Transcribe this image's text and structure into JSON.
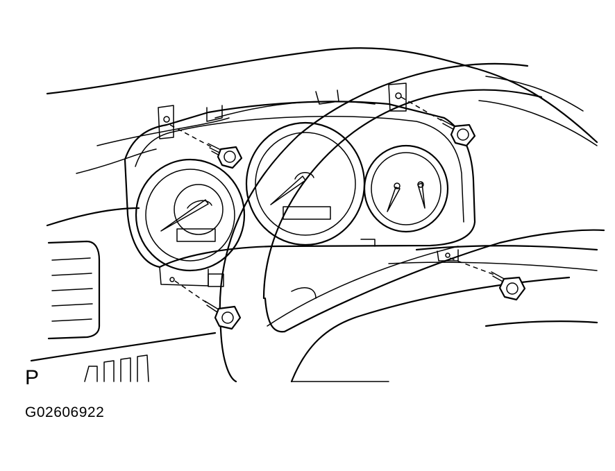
{
  "figure": {
    "corner_letter": "P",
    "figure_code": "G02606922"
  },
  "components": [
    {
      "name": "instrument-cluster",
      "icon": "instrument-cluster-icon"
    },
    {
      "name": "tachometer-gauge",
      "icon": "gauge-icon"
    },
    {
      "name": "speedometer-gauge",
      "icon": "gauge-icon"
    },
    {
      "name": "fuel-temp-gauge",
      "icon": "gauge-icon"
    },
    {
      "name": "steering-wheel",
      "icon": "steering-wheel-icon"
    },
    {
      "name": "air-vent",
      "icon": "vent-icon"
    },
    {
      "name": "mounting-screw",
      "icon": "screw-icon",
      "count": 4
    }
  ]
}
